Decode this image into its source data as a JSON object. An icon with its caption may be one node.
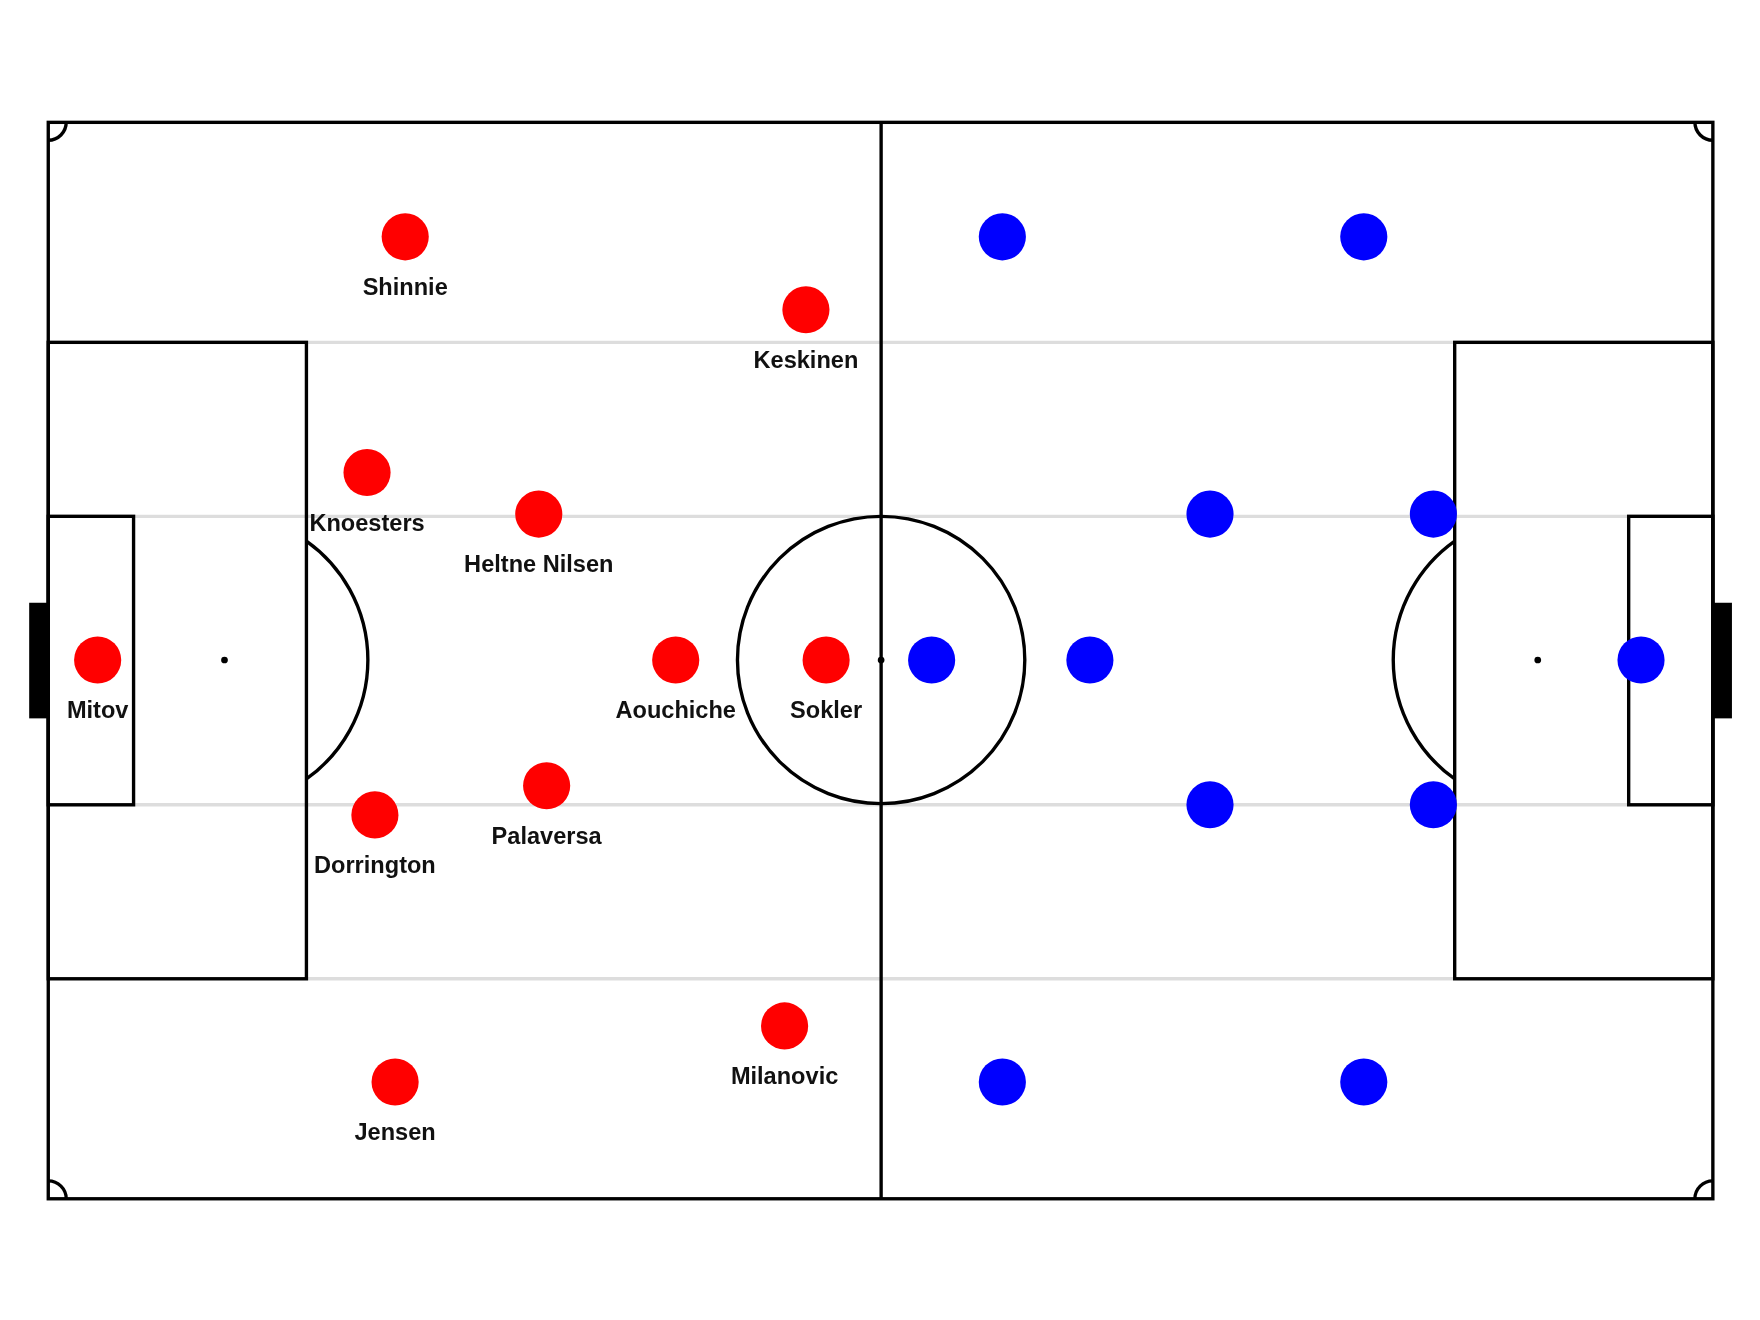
{
  "diagram": {
    "nodes": [
      {
        "text": [],
        "shape": "circle",
        "beside": [
          "Shinnie"
        ]
      },
      {
        "text": [],
        "shape": "circle",
        "beside": [
          "Keskinen"
        ]
      },
      {
        "text": [],
        "shape": "circle",
        "beside": [
          "Knoesters"
        ]
      },
      {
        "text": [],
        "shape": "circle",
        "beside": [
          "Heltne Nilsen"
        ]
      },
      {
        "text": [],
        "shape": "circle",
        "beside": [
          "Mitov"
        ]
      },
      {
        "text": [],
        "shape": "circle",
        "beside": [
          "Aouchiche"
        ]
      },
      {
        "text": [],
        "shape": "circle",
        "beside": [
          "Sokler"
        ]
      },
      {
        "text": [],
        "shape": "circle",
        "beside": [
          "Palaversa"
        ]
      },
      {
        "text": [],
        "shape": "circle",
        "beside": [
          "Dorrington"
        ]
      },
      {
        "text": [],
        "shape": "circle",
        "beside": [
          "Milanovic"
        ]
      },
      {
        "text": [],
        "shape": "circle",
        "beside": [
          "Jensen"
        ]
      },
      {
        "text": [],
        "shape": "circle"
      },
      {
        "text": [],
        "shape": "circle"
      },
      {
        "text": [],
        "shape": "circle"
      },
      {
        "text": [],
        "shape": "circle"
      },
      {
        "text": [],
        "shape": "circle"
      },
      {
        "text": [],
        "shape": "circle"
      },
      {
        "text": [],
        "shape": "circle"
      },
      {
        "text": [],
        "shape": "circle"
      },
      {
        "text": [],
        "shape": "circle"
      },
      {
        "text": [],
        "shape": "circle"
      },
      {
        "text": [],
        "shape": "circle"
      }
    ]
  }
}
